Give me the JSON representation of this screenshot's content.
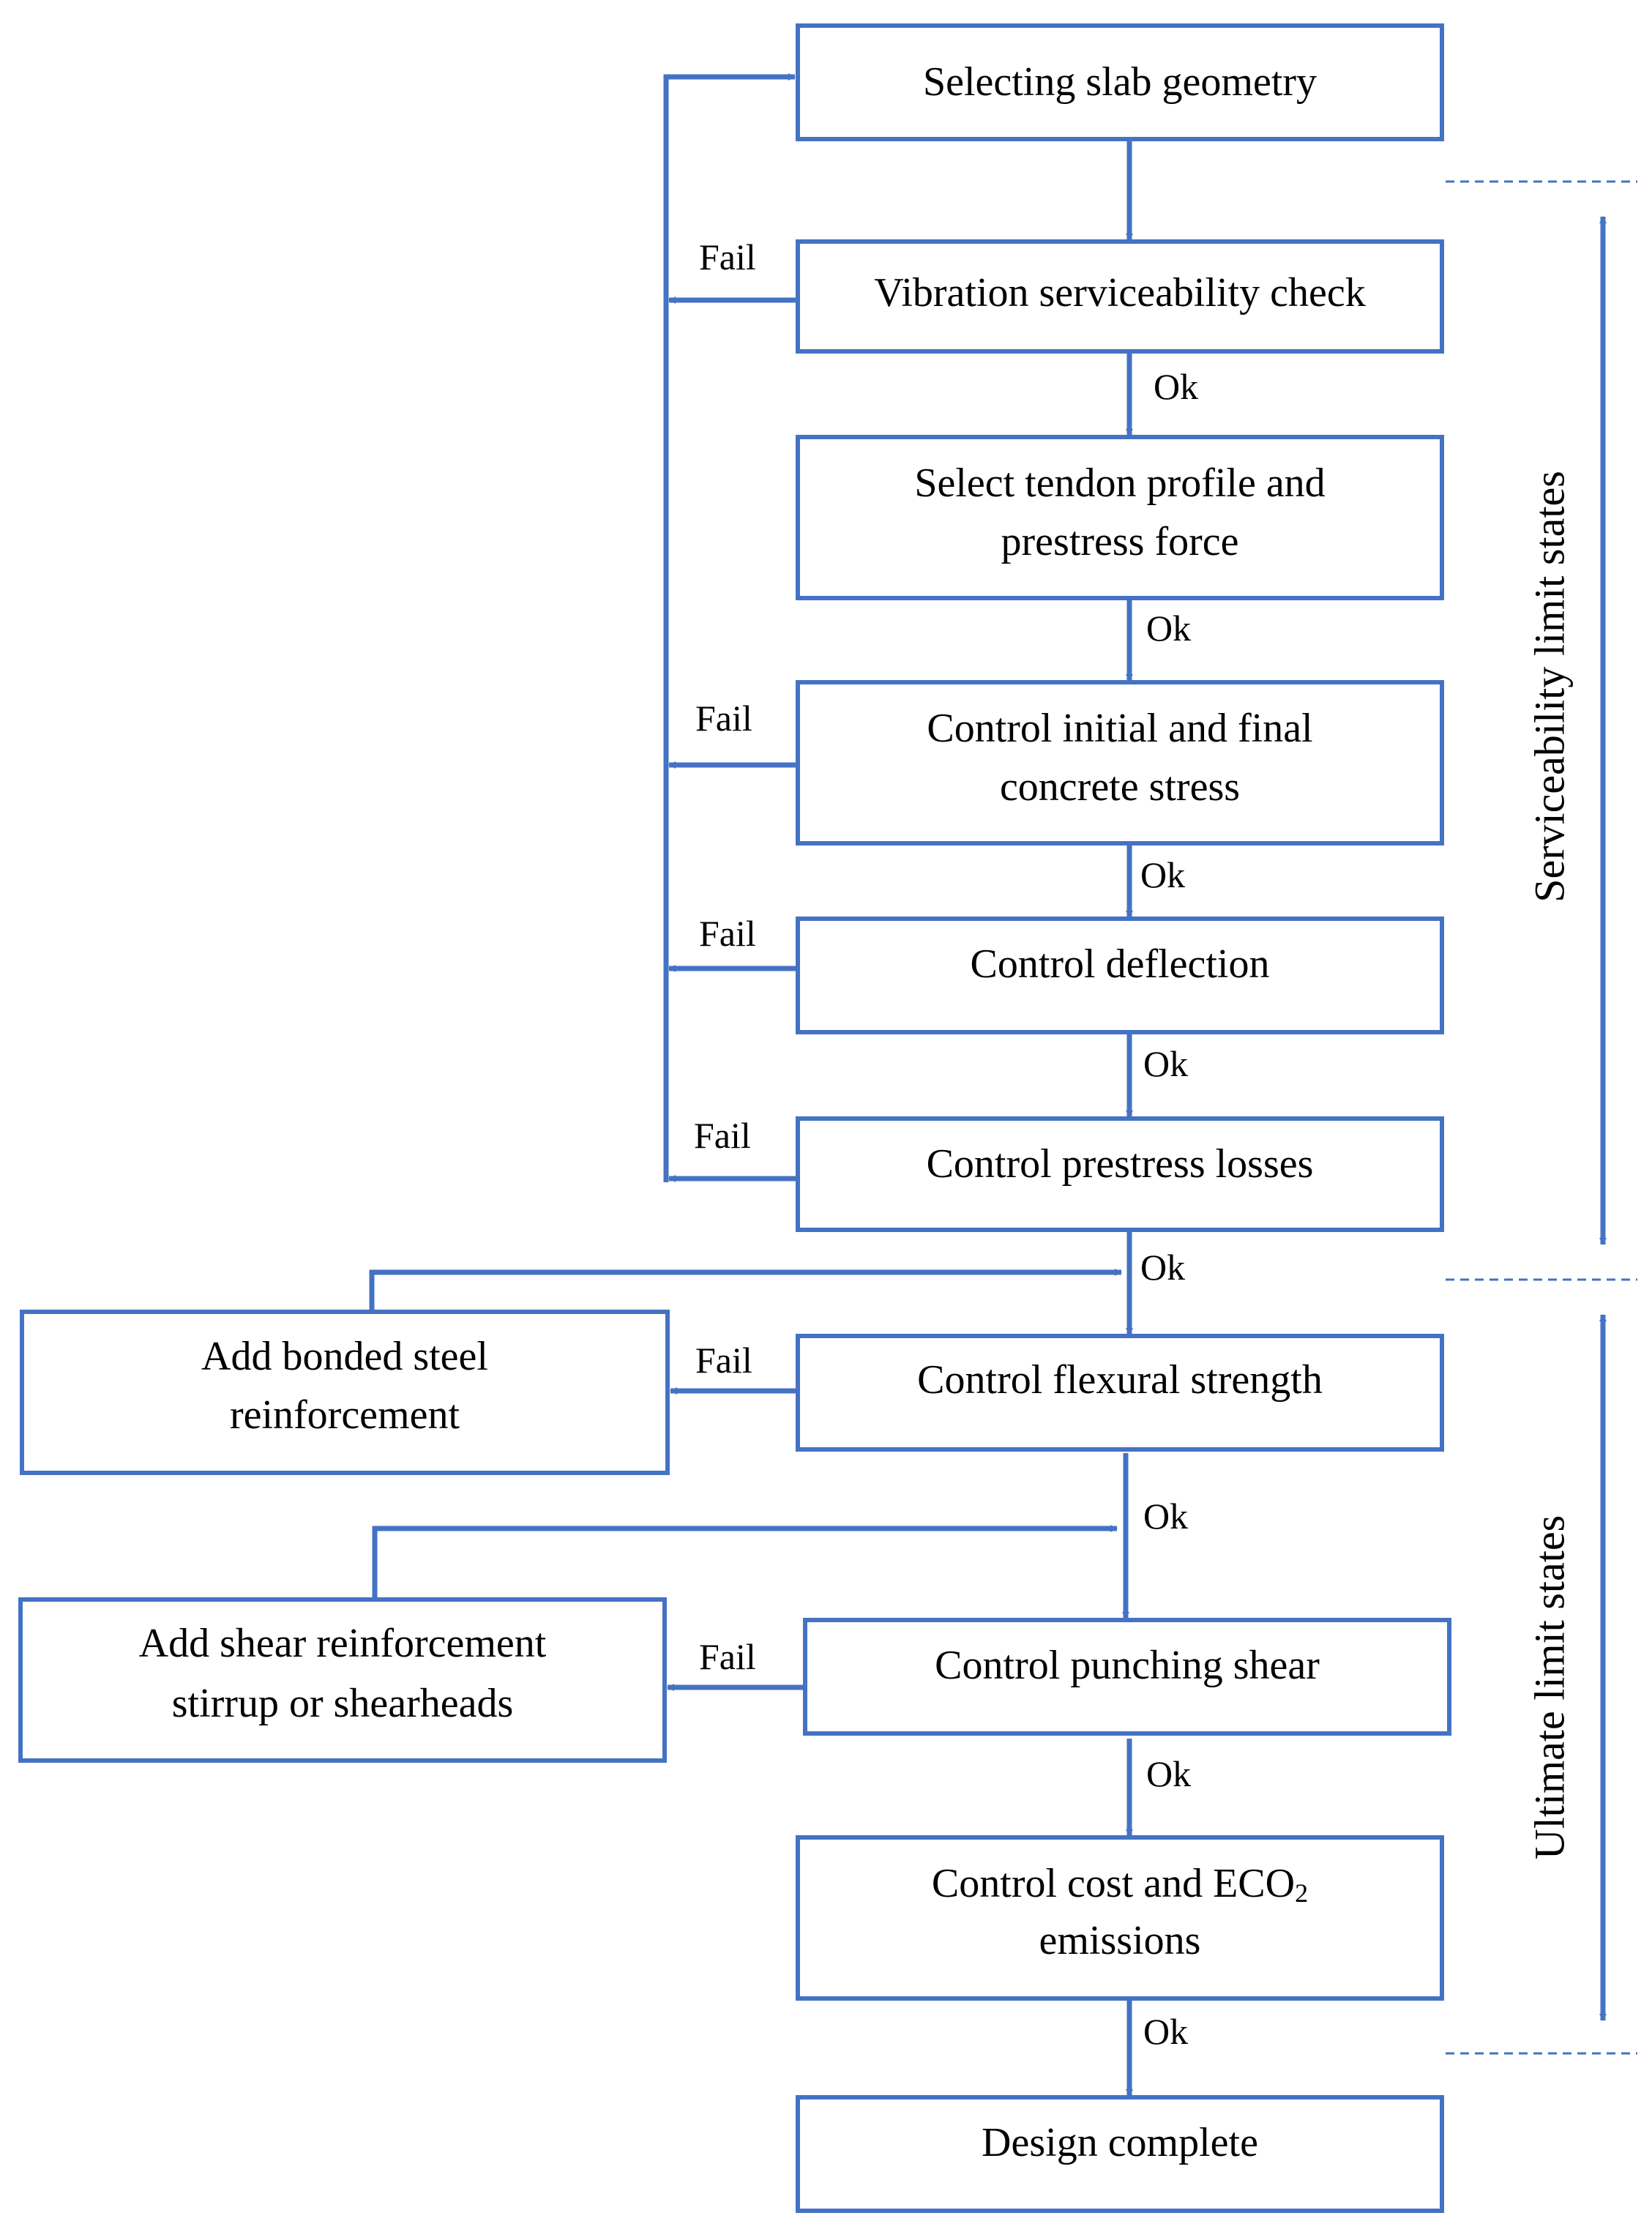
{
  "colors": {
    "line": "#4472C4",
    "text": "#000000",
    "background": "#ffffff"
  },
  "nodes": {
    "select_geometry": [
      "Selecting slab geometry"
    ],
    "vibration_check": [
      "Vibration serviceability check"
    ],
    "tendon_profile": [
      "Select tendon profile and",
      "prestress force"
    ],
    "concrete_stress": [
      "Control initial and final",
      "concrete stress"
    ],
    "deflection": [
      "Control deflection"
    ],
    "prestress_losses": [
      "Control prestress losses"
    ],
    "flexural_strength": [
      "Control flexural strength"
    ],
    "bonded_steel": [
      "Add bonded steel",
      "reinforcement"
    ],
    "punching_shear": [
      "Control punching shear"
    ],
    "shear_reinforcement": [
      "Add shear reinforcement",
      "stirrup or shearheads"
    ],
    "cost_eco2": {
      "line1": "Control cost and ECO",
      "line1_sub": "2",
      "line2": "emissions"
    },
    "design_complete": [
      "Design complete"
    ]
  },
  "labels": {
    "ok": "Ok",
    "fail": "Fail"
  },
  "sections": {
    "serviceability": "Serviceability limit states",
    "ultimate": "Ultimate limit states"
  }
}
